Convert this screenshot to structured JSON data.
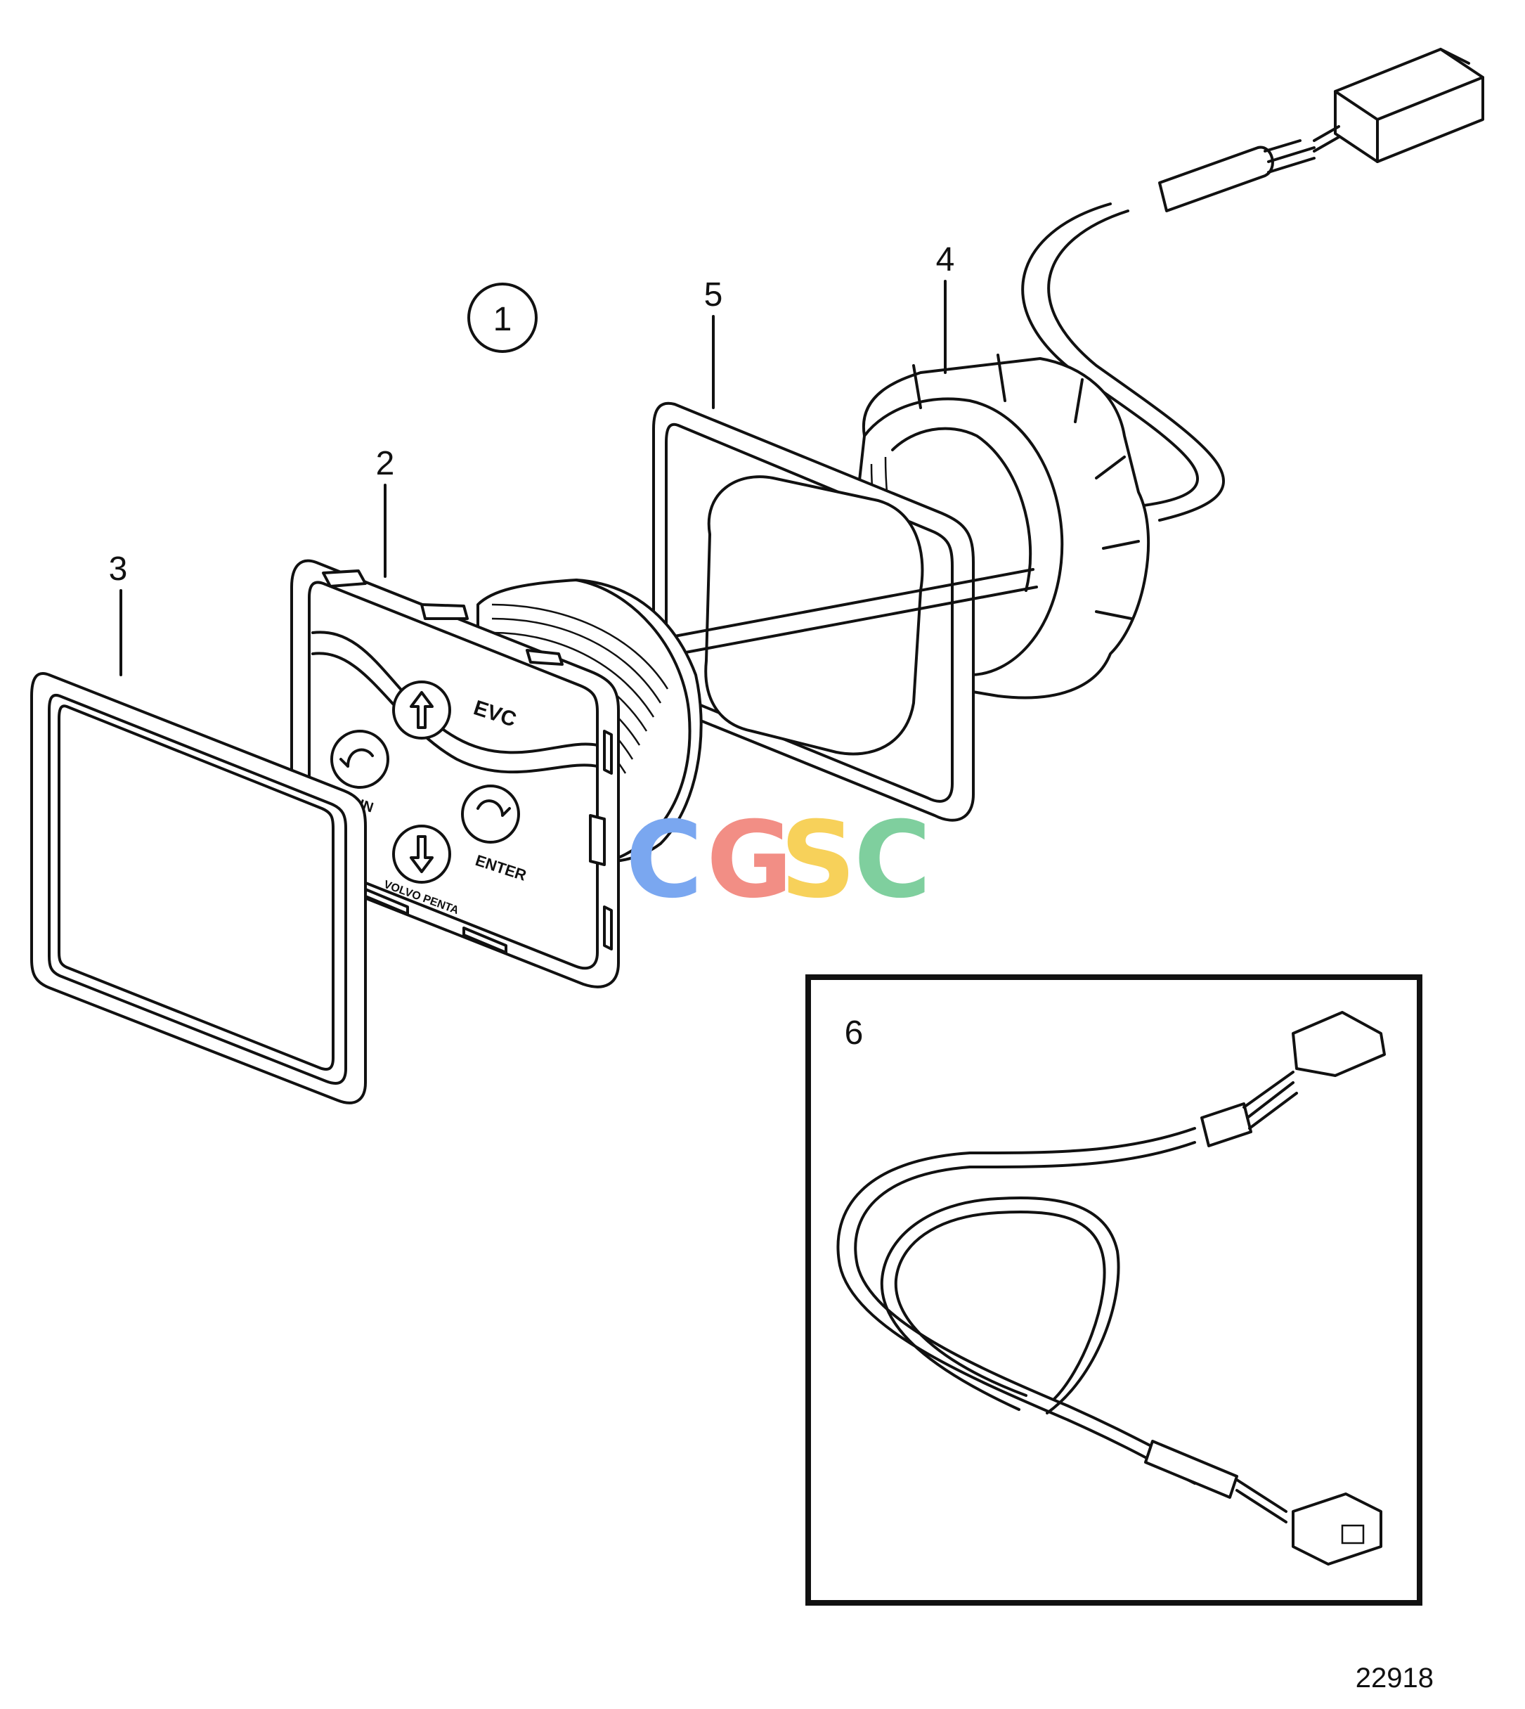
{
  "assembly_label": "1",
  "callouts": [
    {
      "id": "2",
      "label": "2"
    },
    {
      "id": "3",
      "label": "3"
    },
    {
      "id": "4",
      "label": "4"
    },
    {
      "id": "5",
      "label": "5"
    },
    {
      "id": "6",
      "label": "6"
    }
  ],
  "panel": {
    "brand_text": "EVC",
    "maker_text": "VOLVO PENTA",
    "enter_text": "ENTER",
    "main_text": "MAIN"
  },
  "watermark": {
    "letters": [
      "C",
      "G",
      "S",
      "C"
    ],
    "colors": [
      "#7AA7F0",
      "#F28E85",
      "#F7D15A",
      "#7FCF9E"
    ]
  },
  "drawing_number": "22918"
}
